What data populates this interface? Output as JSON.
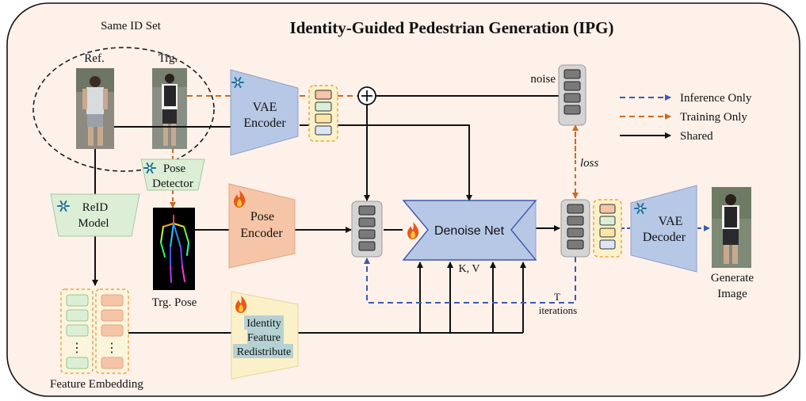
{
  "title": "Identity-Guided Pedestrian Generation (IPG)",
  "same_id_set": "Same ID Set",
  "ref_label": "Ref.",
  "trg_label": "Trg.",
  "vae_encoder": [
    "VAE",
    "Encoder"
  ],
  "vae_decoder": [
    "VAE",
    "Decoder"
  ],
  "pose_detector": [
    "Pose",
    "Detector"
  ],
  "pose_encoder": [
    "Pose",
    "Encoder"
  ],
  "reid_model": [
    "ReID",
    "Model"
  ],
  "trg_pose": "Trg. Pose",
  "denoise_net": "Denoise Net",
  "kv": "K, V",
  "noise": "noise",
  "loss": "loss",
  "t_iterations": [
    "T",
    "iterations"
  ],
  "generate_image": [
    "Generate",
    "Image"
  ],
  "feature_embedding": "Feature Embedding",
  "ifr": [
    "Identity",
    "Feature",
    "Redistribute"
  ],
  "vdots": "⋮",
  "legend": {
    "inference_only": "Inference Only",
    "training_only": "Training Only",
    "shared": "Shared"
  },
  "colors": {
    "panel_bg": "#fdf1ea",
    "blue_block": "#b7c7e6",
    "orange_block": "#f6c4a6",
    "green_block": "#dcefd6",
    "yellow_block": "#fbf1c9",
    "inference_line": "#3b5bab",
    "training_line": "#cc6a23"
  },
  "icons": [
    "snowflake-icon",
    "fire-icon",
    "plus-circle-icon"
  ]
}
